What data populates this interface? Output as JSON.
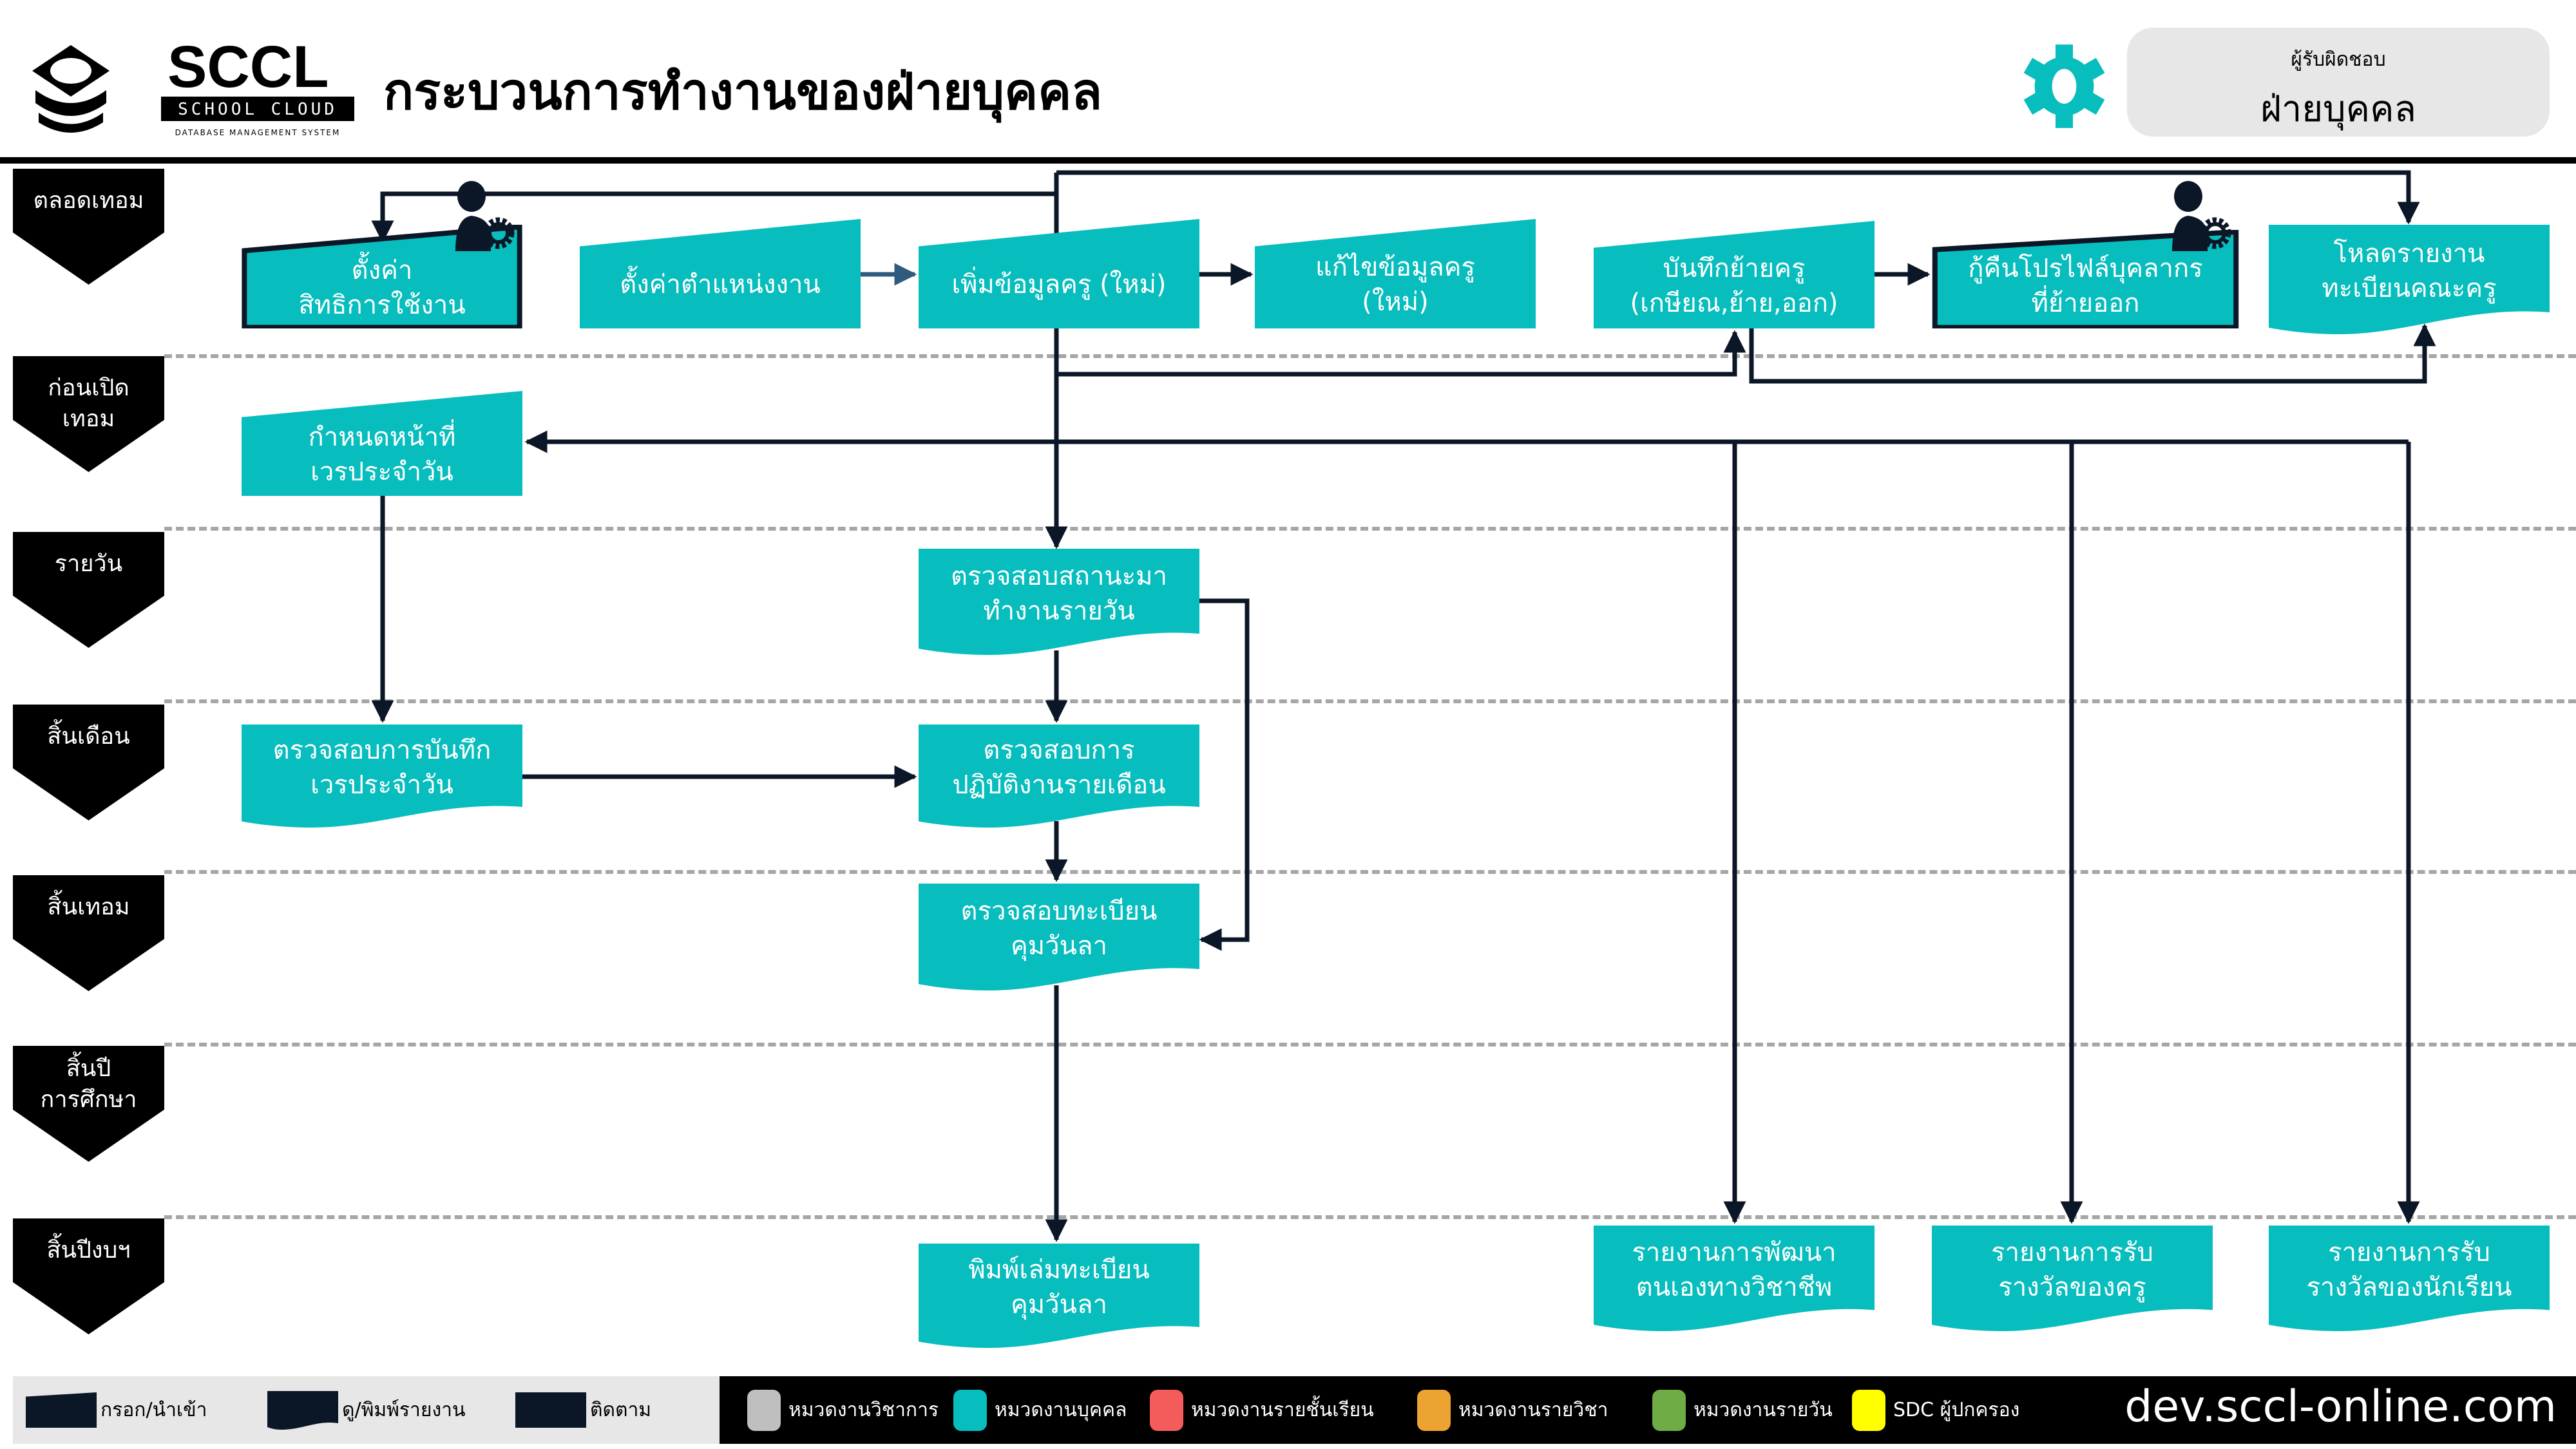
{
  "header": {
    "title": "กระบวนการทำงานของฝ่ายบุคคล",
    "logo_text": "SCCL",
    "logo_sub": "SCHOOL CLOUD",
    "logo_tagline": "DATABASE MANAGEMENT SYSTEM",
    "responsible_label": "ผู้รับผิดชอบ",
    "responsible_value": "ฝ่ายบุคคล"
  },
  "rows": [
    {
      "line1": "ตลอดเทอม",
      "line2": ""
    },
    {
      "line1": "ก่อนเปิด",
      "line2": "เทอม"
    },
    {
      "line1": "รายวัน",
      "line2": ""
    },
    {
      "line1": "สิ้นเดือน",
      "line2": ""
    },
    {
      "line1": "สิ้นเทอม",
      "line2": ""
    },
    {
      "line1": "สิ้นปี",
      "line2": "การศึกษา"
    },
    {
      "line1": "สิ้นปีงบฯ",
      "line2": ""
    }
  ],
  "boxes": [
    {
      "line1": "ตั้งค่า",
      "line2": "สิทธิการใช้งาน"
    },
    {
      "line1": "ตั้งค่าตำแหน่งงาน",
      "line2": ""
    },
    {
      "line1": "เพิ่มข้อมูลครู (ใหม่)",
      "line2": ""
    },
    {
      "line1": "แก้ไขข้อมูลครู",
      "line2": "(ใหม่)"
    },
    {
      "line1": "บันทึกย้ายครู",
      "line2": "(เกษียณ,ย้าย,ออก)"
    },
    {
      "line1": "กู้คืนโปรไฟล์บุคลากร",
      "line2": "ที่ย้ายออก"
    },
    {
      "line1": "โหลดรายงาน",
      "line2": "ทะเบียนคณะครู"
    },
    {
      "line1": "กำหนดหน้าที่",
      "line2": "เวรประจำวัน"
    },
    {
      "line1": "ตรวจสอบสถานะมา",
      "line2": "ทำงานรายวัน"
    },
    {
      "line1": "ตรวจสอบการบันทึก",
      "line2": "เวรประจำวัน"
    },
    {
      "line1": "ตรวจสอบการ",
      "line2": "ปฏิบัติงานรายเดือน"
    },
    {
      "line1": "ตรวจสอบทะเบียน",
      "line2": "คุมวันลา"
    },
    {
      "line1": "พิมพ์เล่มทะเบียน",
      "line2": "คุมวันลา"
    },
    {
      "line1": "รายงานการพัฒนา",
      "line2": "ตนเองทางวิชาชีพ"
    },
    {
      "line1": "รายงานการรับ",
      "line2": "รางวัลของครู"
    },
    {
      "line1": "รายงานการรับ",
      "line2": "รางวัลของนักเรียน"
    }
  ],
  "legend": {
    "shapes": [
      {
        "label": "กรอก/นำเข้า"
      },
      {
        "label": "ดู/พิมพ์รายงาน"
      },
      {
        "label": "ติดตาม"
      }
    ],
    "categories": [
      {
        "label": "หมวดงานวิชาการ",
        "color": "#bfbfbf"
      },
      {
        "label": "หมวดงานบุคคล",
        "color": "#07bdbd"
      },
      {
        "label": "หมวดงานรายชั้นเรียน",
        "color": "#f45b5b"
      },
      {
        "label": "หมวดงานรายวิชา",
        "color": "#eda332"
      },
      {
        "label": "หมวดงานรายวัน",
        "color": "#6fac46"
      },
      {
        "label": "SDC ผู้ปกครอง",
        "color": "#ffff00"
      }
    ],
    "site": "dev.sccl-online.com"
  },
  "colors": {
    "box": "#07bdbd",
    "line": "#0b1626",
    "dash": "#a6a6a6"
  }
}
